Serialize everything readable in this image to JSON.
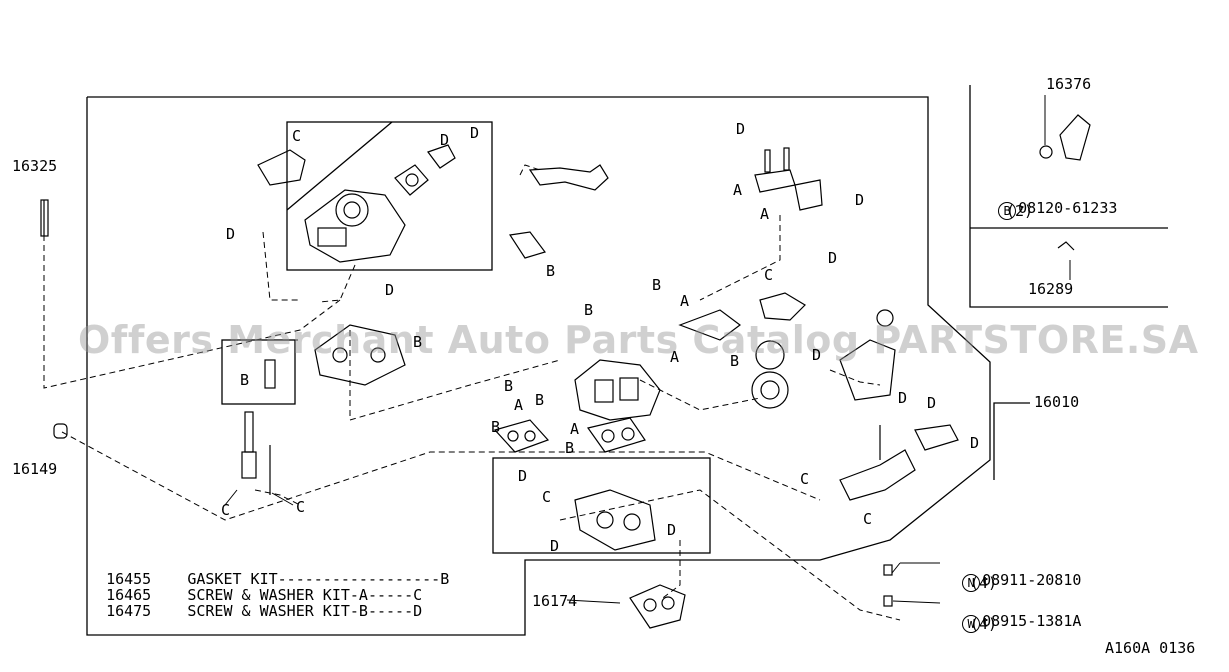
{
  "watermark": "Offers Merchant Auto Parts Catalog PARTSTORE.SA",
  "diagram_code": "A160A 0136",
  "parts": {
    "p16325": "16325",
    "p16149": "16149",
    "p16010": "16010",
    "p16174": "16174",
    "p16376": "16376",
    "p16289": "16289"
  },
  "fasteners": {
    "bolt_prefix": "B",
    "bolt_number": "08120-61233",
    "bolt_qty": "(2)",
    "nut_prefix": "N",
    "nut_number": "08911-20810",
    "nut_qty": "(4)",
    "washer_prefix": "W",
    "washer_number": "08915-1381A",
    "washer_qty": "(4)"
  },
  "kit_legend": [
    {
      "number": "16455",
      "name": "GASKET KIT",
      "leader": "------------------",
      "letter": "B"
    },
    {
      "number": "16465",
      "name": "SCREW & WASHER KIT-A",
      "leader": "-----",
      "letter": "C"
    },
    {
      "number": "16475",
      "name": "SCREW & WASHER KIT-B",
      "leader": "-----",
      "letter": "D"
    }
  ],
  "callout_letters": {
    "a": "A",
    "b": "B",
    "c": "C",
    "d": "D"
  }
}
